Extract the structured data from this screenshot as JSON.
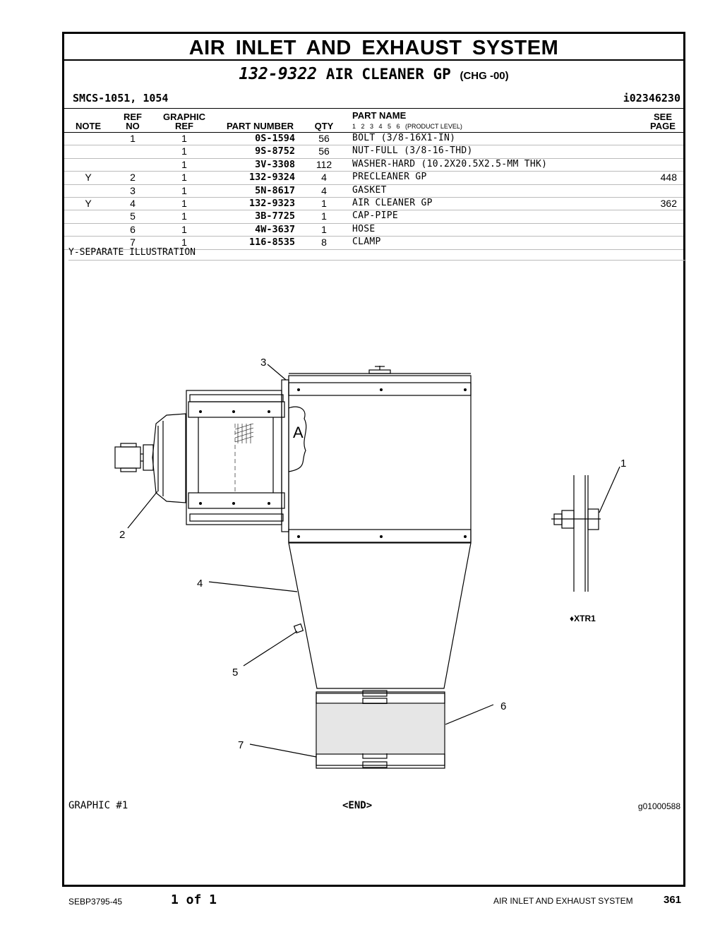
{
  "header": {
    "title": "AIR INLET AND EXHAUST SYSTEM",
    "part_number": "132-9322",
    "part_name": "AIR CLEANER GP",
    "change": "(CHG -00)",
    "smcs": "SMCS-1051, 1054",
    "ref_id": "i02346230"
  },
  "table": {
    "col_note": "NOTE",
    "col_ref_top": "REF",
    "col_ref_bottom": "NO",
    "col_graphic_top": "GRAPHIC",
    "col_graphic_bottom": "REF",
    "col_part_number": "PART NUMBER",
    "col_qty": "QTY",
    "col_part_name": "PART NAME",
    "col_levels": "1   2   3   4   5   6   (PRODUCT LEVEL)",
    "col_see_top": "SEE",
    "col_see_bottom": "PAGE",
    "rows": [
      {
        "note": "",
        "ref": "1",
        "gref": "1",
        "pn": "0S-1594",
        "qty": "56",
        "name": "BOLT (3/8-16X1-IN)",
        "see": ""
      },
      {
        "note": "",
        "ref": "",
        "gref": "1",
        "pn": "9S-8752",
        "qty": "56",
        "name": "NUT-FULL (3/8-16-THD)",
        "see": ""
      },
      {
        "note": "",
        "ref": "",
        "gref": "1",
        "pn": "3V-3308",
        "qty": "112",
        "name": "WASHER-HARD (10.2X20.5X2.5-MM THK)",
        "see": ""
      },
      {
        "note": "Y",
        "ref": "2",
        "gref": "1",
        "pn": "132-9324",
        "qty": "4",
        "name": "PRECLEANER GP",
        "see": "448"
      },
      {
        "note": "",
        "ref": "3",
        "gref": "1",
        "pn": "5N-8617",
        "qty": "4",
        "name": "GASKET",
        "see": ""
      },
      {
        "note": "Y",
        "ref": "4",
        "gref": "1",
        "pn": "132-9323",
        "qty": "1",
        "name": "AIR CLEANER GP",
        "see": "362"
      },
      {
        "note": "",
        "ref": "5",
        "gref": "1",
        "pn": "3B-7725",
        "qty": "1",
        "name": "CAP-PIPE",
        "see": ""
      },
      {
        "note": "",
        "ref": "6",
        "gref": "1",
        "pn": "4W-3637",
        "qty": "1",
        "name": "HOSE",
        "see": ""
      },
      {
        "note": "",
        "ref": "7",
        "gref": "1",
        "pn": "116-8535",
        "qty": "8",
        "name": "CLAMP",
        "see": ""
      }
    ],
    "separate_note": "Y-SEPARATE ILLUSTRATION"
  },
  "drawing": {
    "callouts": [
      "1",
      "2",
      "3",
      "4",
      "5",
      "6",
      "7"
    ],
    "view_label": "A",
    "detail_label": "♦XTR1"
  },
  "graphic": {
    "label": "GRAPHIC #1",
    "end": "<END>",
    "number": "g01000588"
  },
  "footer": {
    "doc": "SEBP3795-45",
    "page_of": "1 of 1",
    "section": "AIR INLET AND EXHAUST SYSTEM",
    "page": "361"
  }
}
